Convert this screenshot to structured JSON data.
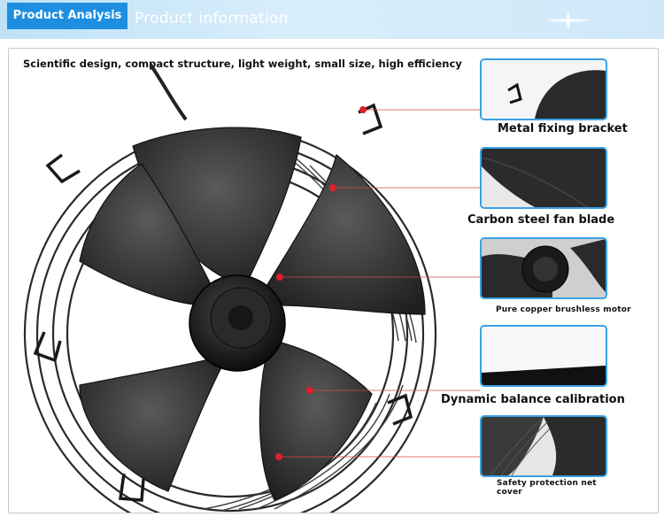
{
  "header": {
    "tab_label": "Product Analysis",
    "title": "Product information"
  },
  "tagline": "Scientific design, compact structure, light weight, small size, high efficiency",
  "features": [
    {
      "label": "Metal fixing bracket"
    },
    {
      "label": "Carbon steel fan blade"
    },
    {
      "label": "Pure copper brushless motor"
    },
    {
      "label": "Dynamic balance calibration"
    },
    {
      "label": "Safety protection net",
      "label_line2": "cover"
    }
  ],
  "colors": {
    "accent": "#1e8fe0",
    "thumb_border": "#3aa0e6",
    "callout_dot": "#e0202a"
  }
}
